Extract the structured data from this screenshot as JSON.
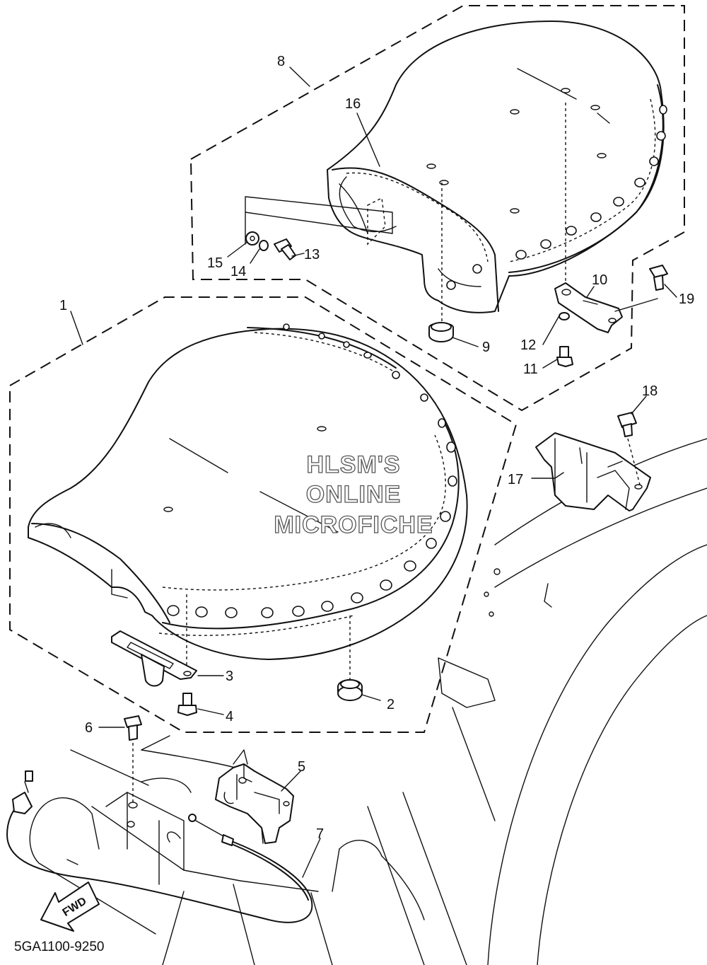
{
  "diagram": {
    "watermark": [
      "HLSM'S",
      "ONLINE",
      "MICROFICHE"
    ],
    "diagram_code": "5GA1100-9250",
    "direction_label": "FWD",
    "callouts": {
      "c1": "1",
      "c2": "2",
      "c3": "3",
      "c4": "4",
      "c5": "5",
      "c6": "6",
      "c7": "7",
      "c8": "8",
      "c9": "9",
      "c10": "10",
      "c11": "11",
      "c12": "12",
      "c13": "13",
      "c14": "14",
      "c15": "15",
      "c16": "16",
      "c17": "17",
      "c18": "18",
      "c19": "19"
    }
  }
}
